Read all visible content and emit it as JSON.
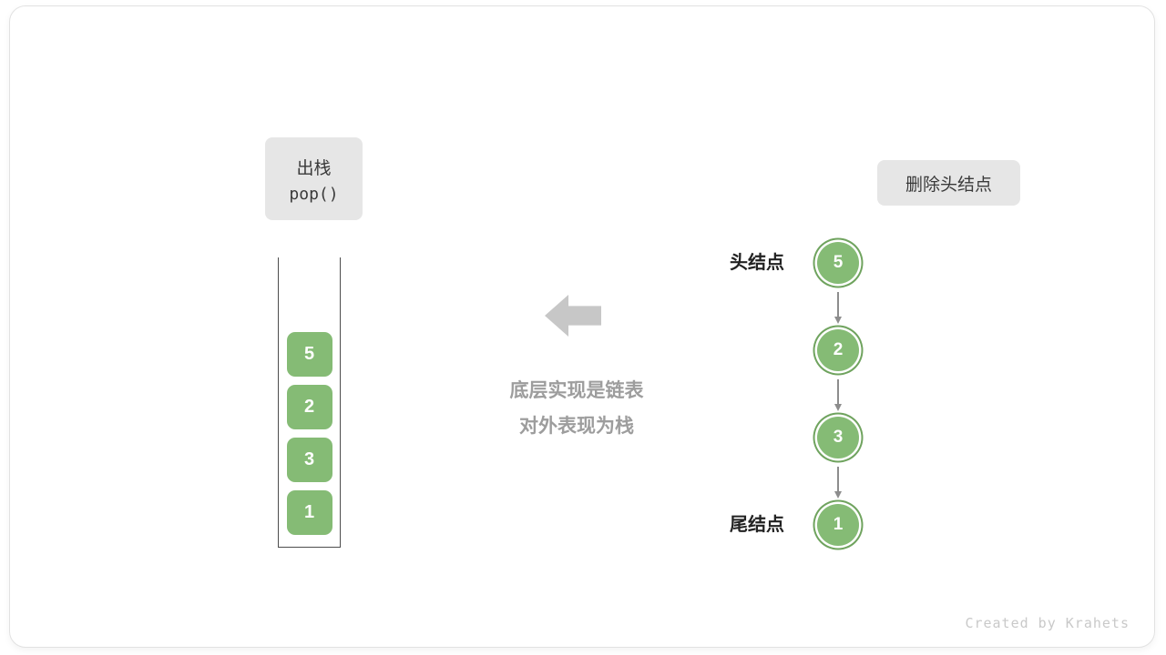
{
  "figure": {
    "watermark": "Created by Krahets"
  },
  "left_panel": {
    "label_line1": "出栈",
    "label_line2": "pop()",
    "stack_items": [
      "5",
      "2",
      "3",
      "1"
    ]
  },
  "center": {
    "caption_line1": "底层实现是链表",
    "caption_line2": "对外表现为栈"
  },
  "right_panel": {
    "label": "删除头结点",
    "head_label": "头结点",
    "tail_label": "尾结点",
    "nodes": [
      "5",
      "2",
      "3",
      "1"
    ]
  },
  "colors": {
    "node_green": "#85BB75",
    "node_ring_green": "#6FA35E",
    "label_box_bg": "#E6E6E6",
    "block_arrow_gray": "#C7C7C7",
    "caption_gray": "#9D9D9D",
    "connector_gray": "#8D8D8D",
    "watermark_gray": "#C9C9C9"
  }
}
